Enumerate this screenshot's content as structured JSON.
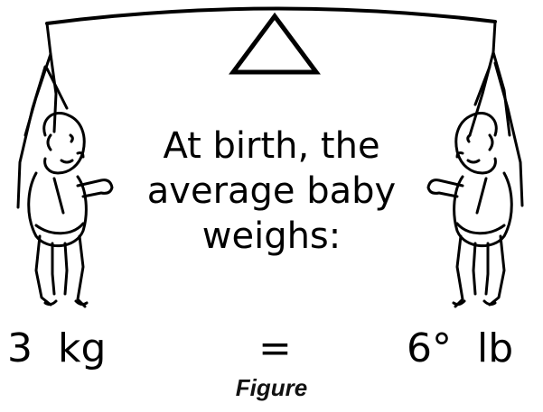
{
  "caption": {
    "lines": [
      "At birth, the",
      "average baby",
      "weighs:"
    ]
  },
  "measurements": {
    "left": "3  kg",
    "equals": "=",
    "right": "6°  lb"
  },
  "figure_label": "Figure",
  "icons": {
    "fulcrum": "triangle-fulcrum-icon",
    "left_figure": "hanging-baby-icon",
    "right_figure": "hanging-baby-icon"
  },
  "colors": {
    "ink": "#000000",
    "background": "#ffffff"
  }
}
